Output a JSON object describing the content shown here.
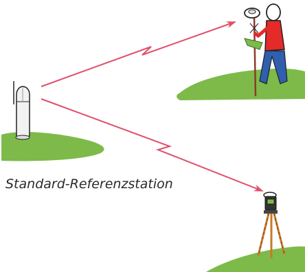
{
  "caption": "Standard-Referenzstation",
  "colors": {
    "ground": "#7dba4a",
    "radio_link": "#e0506a",
    "rover_shirt": "#e52a2a",
    "rover_pants": "#2f5fae",
    "rover_board": "#7dba4a",
    "pole": "#8a3b2a",
    "tripod": "#c77a28"
  },
  "elements": {
    "reference_station": "reference-station-antenna",
    "rover_operator": "gnss-rover-operator",
    "total_station": "total-station-on-tripod"
  }
}
